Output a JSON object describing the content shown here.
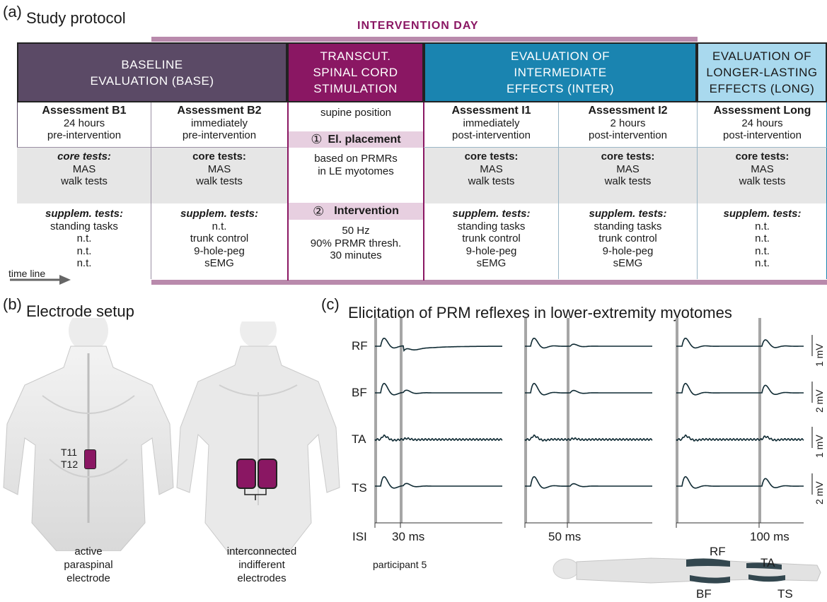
{
  "panel_a": {
    "tag": "(a)",
    "title": "Study protocol",
    "intervention_day": "INTERVENTION DAY",
    "time_line": "time line",
    "headers": {
      "baseline": [
        "BASELINE",
        "EVALUATION (BASE)"
      ],
      "stim": [
        "TRANSCUT.",
        "SPINAL CORD",
        "STIMULATION"
      ],
      "inter": [
        "EVALUATION OF",
        "INTERMEDIATE",
        "EFFECTS (INTER)"
      ],
      "long": [
        "EVALUATION OF",
        "LONGER-LASTING",
        "EFFECTS (LONG)"
      ]
    },
    "columns": [
      {
        "title": "Assessment B1",
        "time": "24 hours",
        "when": "pre-intervention",
        "core_label": "core tests:",
        "core": [
          "MAS",
          "walk tests"
        ],
        "supp_label": "supplem. tests:",
        "supp": [
          "standing tasks",
          "n.t.",
          "n.t.",
          "n.t."
        ]
      },
      {
        "title": "Assessment B2",
        "time": "immediately",
        "when": "pre-intervention",
        "core_label": "core tests:",
        "core": [
          "MAS",
          "walk tests"
        ],
        "supp_label": "supplem. tests:",
        "supp": [
          "n.t.",
          "trunk control",
          "9-hole-peg",
          "sEMG"
        ]
      },
      {
        "title": "Assessment I1",
        "time": "immediately",
        "when": "post-intervention",
        "core_label": "core tests:",
        "core": [
          "MAS",
          "walk tests"
        ],
        "supp_label": "supplem. tests:",
        "supp": [
          "standing tasks",
          "trunk control",
          "9-hole-peg",
          "sEMG"
        ]
      },
      {
        "title": "Assessment I2",
        "time": "2 hours",
        "when": "post-intervention",
        "core_label": "core tests:",
        "core": [
          "MAS",
          "walk tests"
        ],
        "supp_label": "supplem. tests:",
        "supp": [
          "standing tasks",
          "trunk control",
          "9-hole-peg",
          "sEMG"
        ]
      },
      {
        "title": "Assessment Long",
        "time": "24 hours",
        "when": "post-intervention",
        "core_label": "core tests:",
        "core": [
          "MAS",
          "walk tests"
        ],
        "supp_label": "supplem. tests:",
        "supp": [
          "n.t.",
          "n.t.",
          "n.t.",
          "n.t."
        ]
      }
    ],
    "stim_column": {
      "position": "supine position",
      "step1_num": "①",
      "step1_title": "El. placement",
      "step1_text": [
        "based on PRMRs",
        "in LE myotomes"
      ],
      "step2_num": "②",
      "step2_title": "Intervention",
      "step2_text": [
        "50 Hz",
        "90% PRMR thresh.",
        "30 minutes"
      ]
    },
    "colors": {
      "baseline": "#5b4a66",
      "stim": "#8a1763",
      "inter": "#1a84b0",
      "long": "#a9d9ee",
      "intervention_bar": "#b98aac",
      "step_bg": "#e7cfe0"
    }
  },
  "panel_b": {
    "tag": "(b)",
    "title": "Electrode setup",
    "labels": [
      "T11",
      "T12"
    ],
    "captions": {
      "back": [
        "active",
        "paraspinal",
        "electrode"
      ],
      "front": [
        "interconnected",
        "indifferent",
        "electrodes"
      ]
    }
  },
  "panel_c": {
    "tag": "(c)",
    "title": "Elicitation of PRM reflexes in lower-extremity myotomes",
    "muscles": [
      "RF",
      "BF",
      "TA",
      "TS"
    ],
    "scales": [
      "1 mV",
      "2 mV",
      "1 mV",
      "2 mV"
    ],
    "isi_label": "ISI",
    "isi_values": [
      "30 ms",
      "50 ms",
      "100 ms"
    ],
    "participant": "participant 5",
    "leg_labels": {
      "rf": "RF",
      "ta": "TA",
      "bf": "BF",
      "ts": "TS"
    }
  }
}
